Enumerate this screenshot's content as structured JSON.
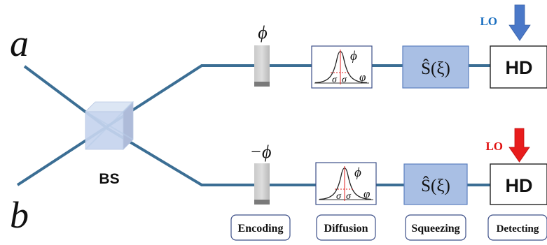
{
  "inputs": {
    "a": "a",
    "b": "b"
  },
  "beam_splitter": {
    "label": "BS"
  },
  "upper_arm": {
    "phase_label": "ϕ",
    "diffusion_symbols": {
      "phi": "ϕ",
      "varphi": "φ",
      "sigma_left": "σ",
      "sigma_right": "σ"
    },
    "squeezer_label": "Ŝ(ξ)",
    "detector_label": "HD",
    "lo_label": "LO",
    "lo_color": "#1a6fc0",
    "lo_arrow_color": "#4a78c8"
  },
  "lower_arm": {
    "phase_label": "−ϕ",
    "diffusion_symbols": {
      "phi": "ϕ",
      "varphi": "φ",
      "sigma_left": "σ",
      "sigma_right": "σ"
    },
    "squeezer_label": "Ŝ(ξ)",
    "detector_label": "HD",
    "lo_label": "LO",
    "lo_color": "#e01010",
    "lo_arrow_color": "#e81c1c"
  },
  "stages": [
    "Encoding",
    "Diffusion",
    "Squeezing",
    "Detecting"
  ],
  "colors": {
    "beam": "#3b6e94",
    "squeezer_fill": "#a9bfe4",
    "squeezer_stroke": "#5a7fbf",
    "stage_border": "#3c4f88",
    "gaussian": "#222222",
    "gaussian_axis": "#e02020"
  }
}
